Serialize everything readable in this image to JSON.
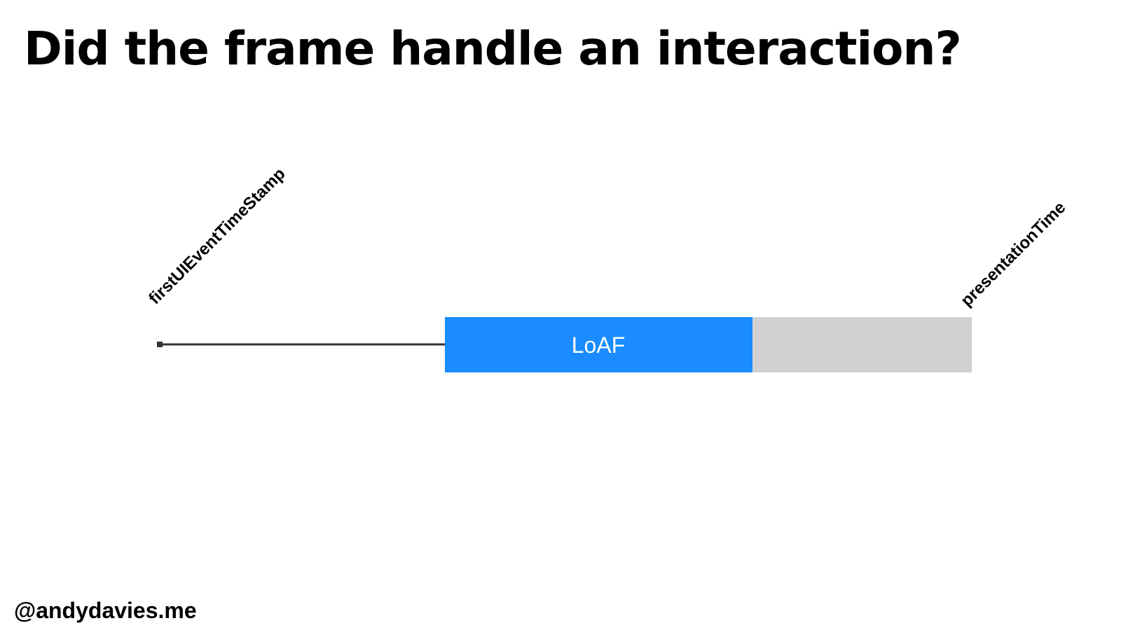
{
  "slide": {
    "title": "Did the frame handle an interaction?",
    "handle": "@andydavies.me"
  },
  "diagram": {
    "start_label": "firstUIEventTimeStamp",
    "end_label": "presentationTime",
    "loaf_label": "LoAF",
    "colors": {
      "loaf": "#1a8cff",
      "remainder": "#d1d1d1",
      "line": "#333333",
      "loaf_text": "#ffffff"
    }
  }
}
